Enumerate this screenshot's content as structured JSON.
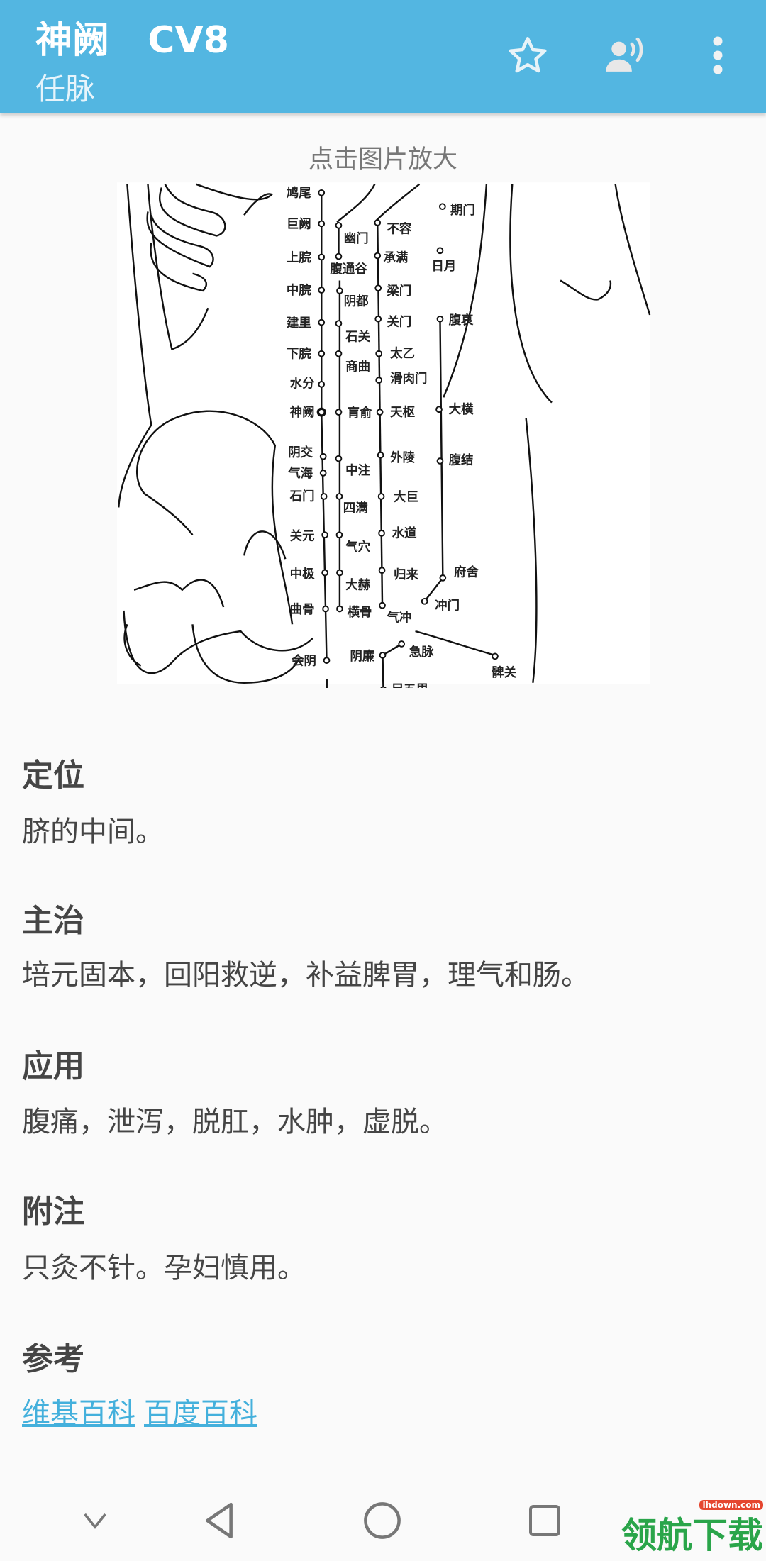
{
  "appbar": {
    "title": "神阙   CV8",
    "subtitle": "任脉",
    "icons": [
      "star-icon",
      "voice-person-icon",
      "more-vert-icon"
    ],
    "color": "#53b6e1"
  },
  "hint": "点击图片放大",
  "diagram": {
    "labels": [
      "鸠尾",
      "巨阙",
      "上脘",
      "中脘",
      "建里",
      "下脘",
      "水分",
      "神阙",
      "阴交",
      "气海",
      "石门",
      "关元",
      "中极",
      "曲骨",
      "会阴",
      "幽门",
      "腹通谷",
      "阴都",
      "石关",
      "商曲",
      "肓俞",
      "中注",
      "四满",
      "气穴",
      "大赫",
      "横骨",
      "不容",
      "承满",
      "梁门",
      "关门",
      "太乙",
      "滑肉门",
      "天枢",
      "外陵",
      "大巨",
      "水道",
      "归来",
      "气冲",
      "期门",
      "日月",
      "腹哀",
      "大横",
      "腹结",
      "府舍",
      "冲门",
      "急脉",
      "阴廉",
      "足五里",
      "髀关"
    ]
  },
  "sections": [
    {
      "heading": "定位",
      "body": "脐的中间。"
    },
    {
      "heading": "主治",
      "body": "培元固本，回阳救逆，补益脾胃，理气和肠。"
    },
    {
      "heading": "应用",
      "body": "腹痛，泄泻，脱肛，水肿，虚脱。"
    },
    {
      "heading": "附注",
      "body": "只灸不针。孕妇慎用。"
    }
  ],
  "reference": {
    "heading": "参考",
    "links": [
      "维基百科",
      "百度百科"
    ],
    "link_color": "#44b0dc"
  },
  "navbar": {
    "icons": [
      "collapse-chevron-icon",
      "back-icon",
      "home-icon",
      "recents-icon"
    ]
  },
  "watermark": {
    "text": "领航下载",
    "site": "lhdown.com"
  }
}
